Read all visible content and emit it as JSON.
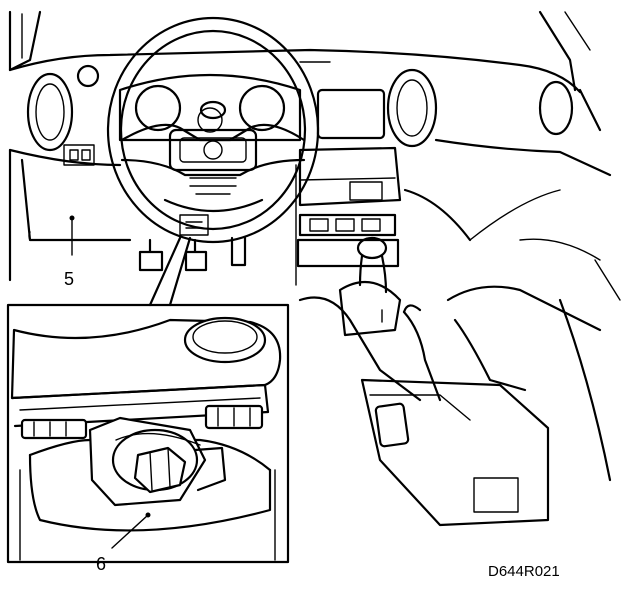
{
  "callouts": {
    "label_5": "5",
    "label_6": "6"
  },
  "figure_code": "D644R021"
}
